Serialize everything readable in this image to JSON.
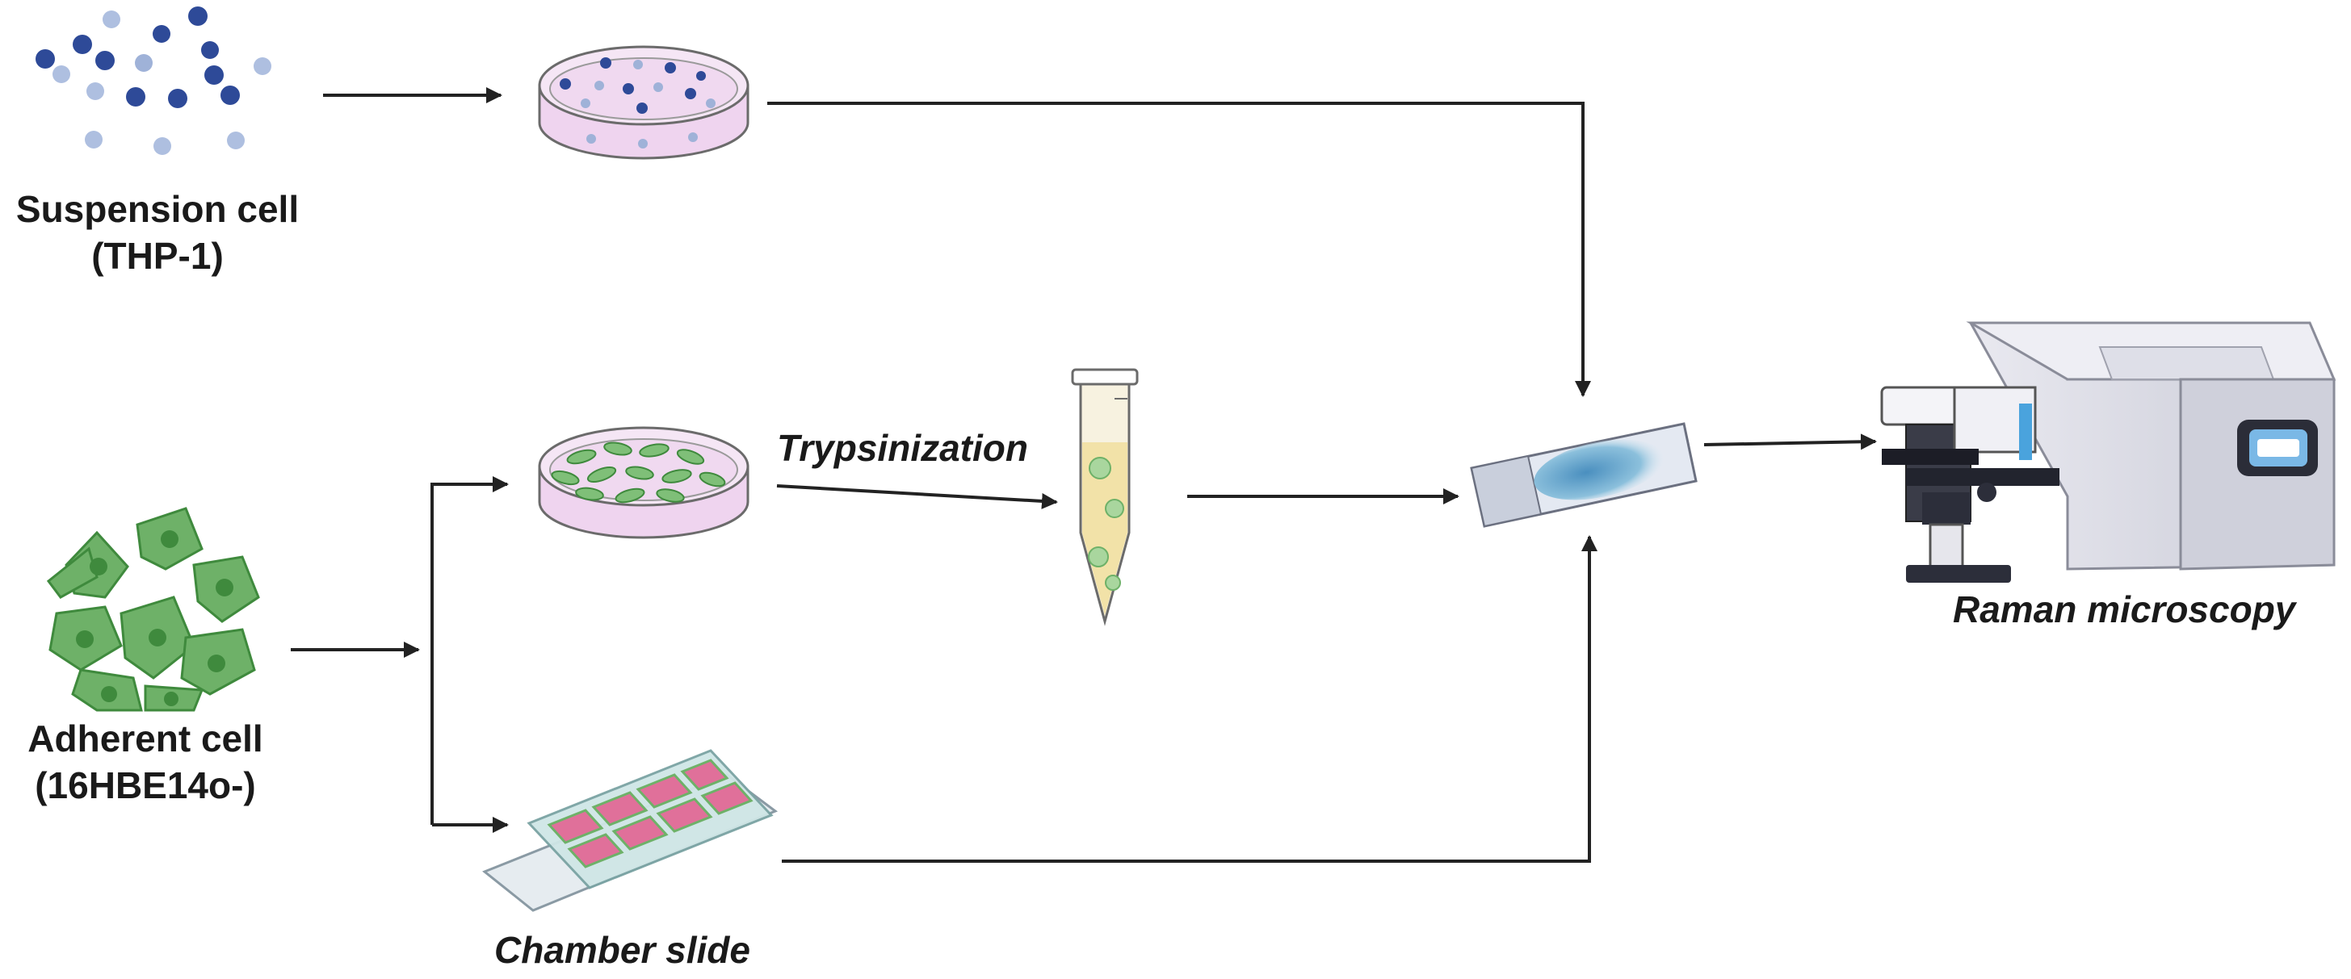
{
  "labels": {
    "suspension_line1": "Suspension cell",
    "suspension_line2": "(THP-1)",
    "adherent_line1": "Adherent cell",
    "adherent_line2": "(16HBE14o-)",
    "trypsinization": "Trypsinization",
    "chamber_slide": "Chamber slide",
    "raman": "Raman microscopy"
  },
  "colors": {
    "arrow": "#222222",
    "suspension_cell_dark": "#2e4a98",
    "suspension_cell_light": "#9fb2d8",
    "adherent_cell": "#6eb168",
    "adherent_cell_dark": "#3f8a3d",
    "petri_medium": "#efd4ef",
    "tube_liquid": "#f2e2a8",
    "slide_sample": "#5aa2c8",
    "chamber_well": "#e0709a",
    "instrument_body": "#dcdde6"
  },
  "icons": [
    "suspension-cells-icon",
    "petri-dish-suspension-icon",
    "adherent-cells-icon",
    "petri-dish-adherent-icon",
    "microtube-icon",
    "chamber-slide-icon",
    "glass-slide-icon",
    "raman-microscope-icon"
  ]
}
